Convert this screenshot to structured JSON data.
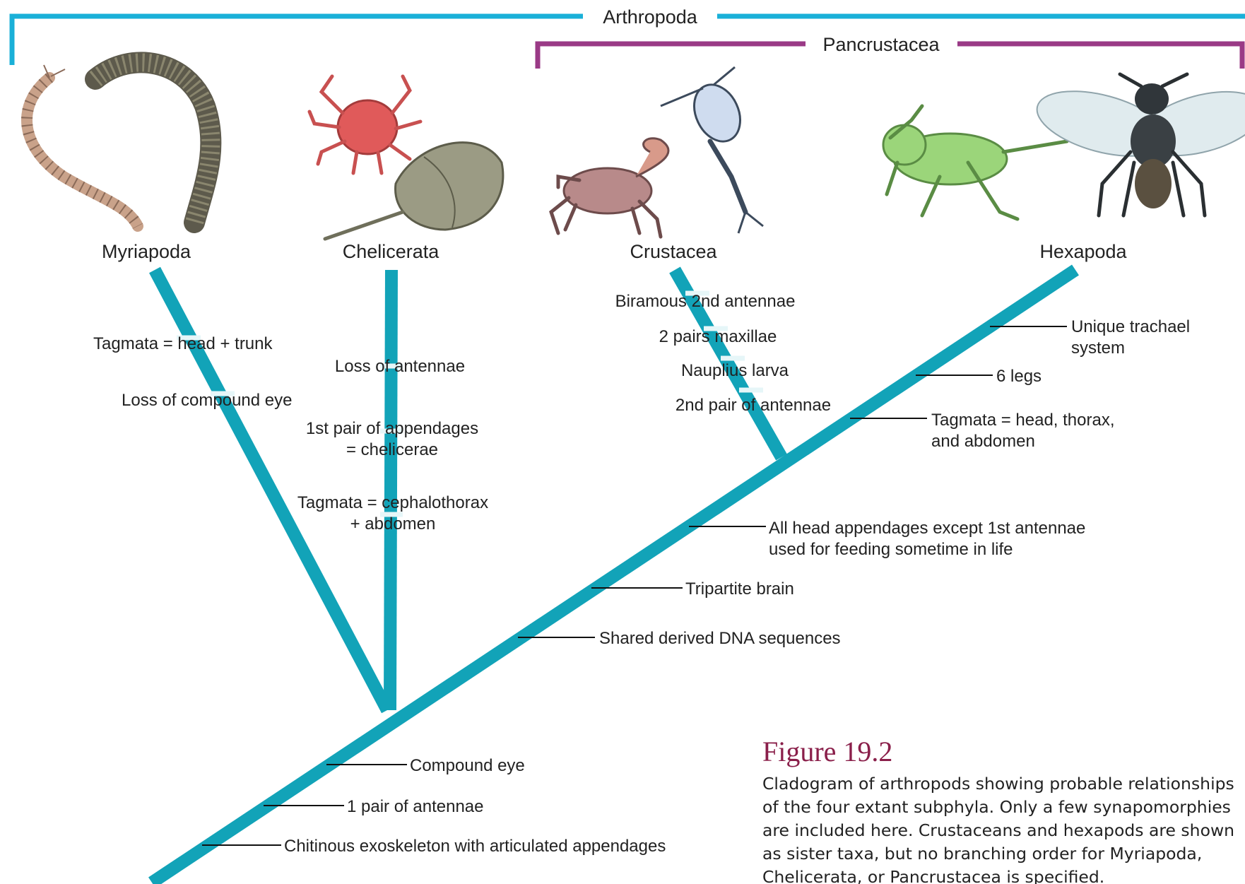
{
  "groups": {
    "arthropoda": {
      "label": "Arthropoda",
      "color": "#1ab0d8"
    },
    "pancrustacea": {
      "label": "Pancrustacea",
      "color": "#9a3a86"
    }
  },
  "taxa": {
    "myriapoda": "Myriapoda",
    "chelicerata": "Chelicerata",
    "crustacea": "Crustacea",
    "hexapoda": "Hexapoda"
  },
  "characters": {
    "myriapoda": [
      "Tagmata = head + trunk",
      "Loss of compound eye"
    ],
    "chelicerata": [
      "Loss of antennae",
      "1st pair of appendages",
      "= chelicerae",
      "Tagmata = cephalothorax",
      "+ abdomen"
    ],
    "crustacea": [
      "Biramous 2nd antennae",
      "2 pairs maxillae",
      "Nauplius larva",
      "2nd pair of antennae"
    ],
    "hexapoda": [
      "Unique trachael",
      "system",
      "6 legs",
      "Tagmata = head, thorax,",
      "and abdomen"
    ],
    "pancrustacea": [
      "All head appendages except 1st antennae",
      "used for feeding sometime in life",
      "Tripartite brain",
      "Shared derived DNA sequences"
    ],
    "arthropoda": [
      "Compound eye",
      "1 pair of antennae",
      "Chitinous exoskeleton with articulated appendages"
    ]
  },
  "figure": {
    "title": "Figure 19.2",
    "caption_lines": [
      "Cladogram of arthropods showing probable relationships",
      "of the four extant subphyla. Only a few synapomorphies",
      "are included here. Crustaceans and hexapods are shown",
      "as sister taxa, but no branching order for Myriapoda,",
      "Chelicerata, or Pancrustacea is specified."
    ]
  },
  "colors": {
    "branch": "#12a3b8",
    "tick": "#e6f6f8",
    "text": "#222222",
    "leader": "#111111",
    "caption_title": "#8a1f4a"
  }
}
